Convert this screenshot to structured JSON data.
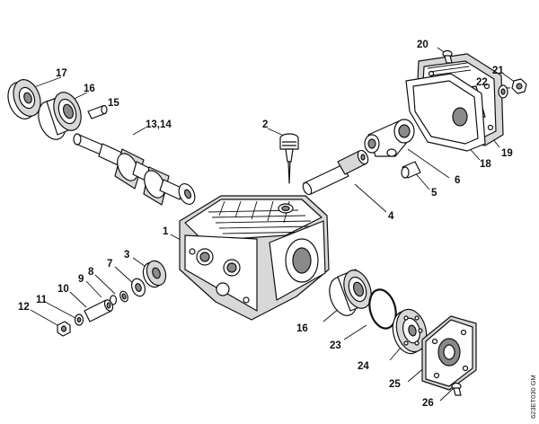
{
  "diagram": {
    "callouts": {
      "c1": "1",
      "c2": "2",
      "c3": "3",
      "c4": "4",
      "c5": "5",
      "c6": "6",
      "c7": "7",
      "c8": "8",
      "c9": "9",
      "c10": "10",
      "c11": "11",
      "c12": "12",
      "c13_14": "13,14",
      "c15": "15",
      "c16a": "16",
      "c16b": "16",
      "c17": "17",
      "c18": "18",
      "c19": "19",
      "c20": "20",
      "c21": "21",
      "c22": "22",
      "c23": "23",
      "c24": "24",
      "c25": "25",
      "c26": "26"
    },
    "drawing_code": "623ET030 GM"
  }
}
